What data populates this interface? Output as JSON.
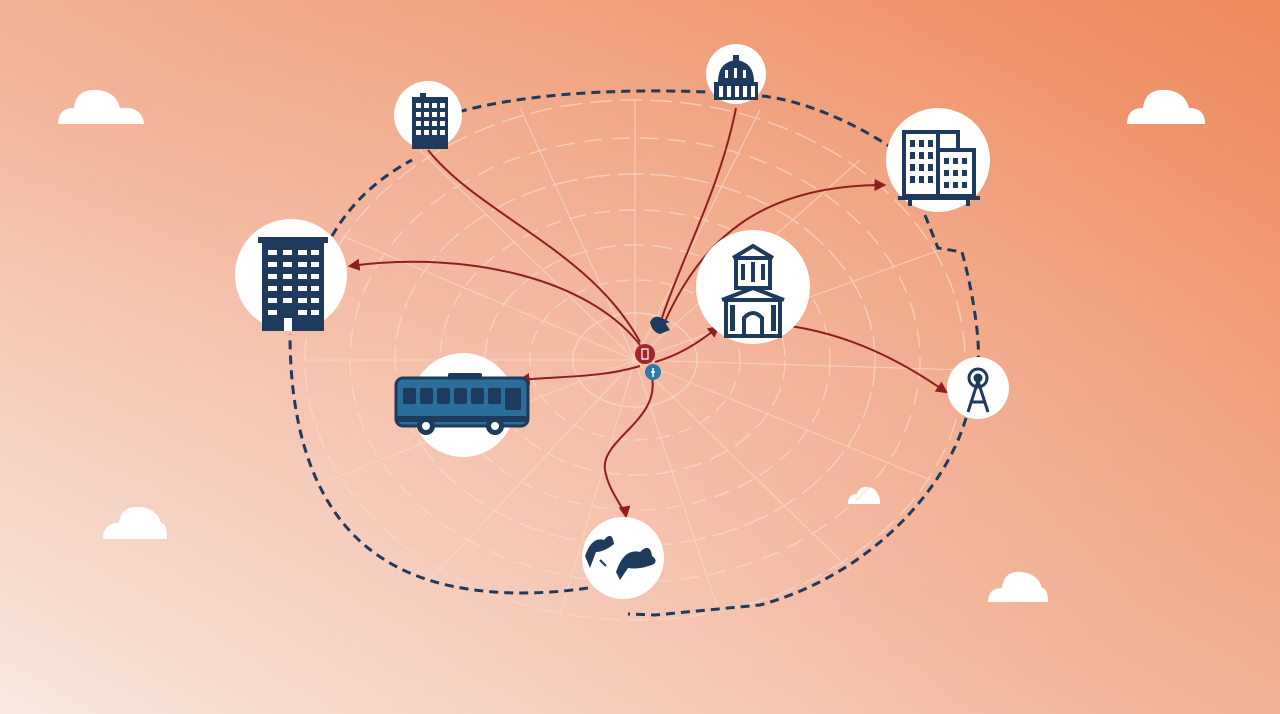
{
  "colors": {
    "background_top_right": "#ee8a5c",
    "background_mid": "#f3b59c",
    "background_bottom_left": "#f7e9e0",
    "loop_dashed": "#1e3a5c",
    "arrow": "#8e1f1f",
    "icon_fill": "#1e3a5c",
    "bus_body": "#2a6f9a",
    "hub_red": "#a3262a",
    "hub_blue": "#2f79a8",
    "node_fill": "#ffffff",
    "map_lines": "#f7d9c9"
  },
  "nodes": [
    {
      "id": "small-office",
      "icon": "small-office-building-icon"
    },
    {
      "id": "dome",
      "icon": "domed-building-icon"
    },
    {
      "id": "office-towers",
      "icon": "office-towers-icon"
    },
    {
      "id": "apartment",
      "icon": "apartment-tower-icon"
    },
    {
      "id": "town-hall",
      "icon": "town-hall-icon"
    },
    {
      "id": "bus",
      "icon": "bus-icon"
    },
    {
      "id": "antenna",
      "icon": "radio-antenna-icon"
    },
    {
      "id": "birds",
      "icon": "flying-birds-icon"
    }
  ],
  "hub": {
    "icons": [
      "bird-icon",
      "red-hub-marker",
      "blue-info-marker"
    ]
  },
  "clouds": [
    "cloud-icon",
    "cloud-icon",
    "cloud-icon",
    "cloud-icon",
    "cloud-icon",
    "cloud-icon"
  ]
}
